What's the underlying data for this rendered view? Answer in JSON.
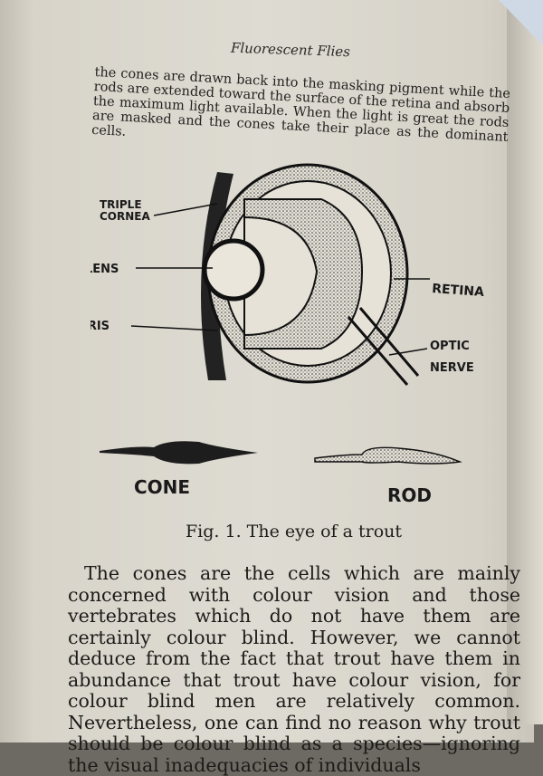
{
  "running_head": "Fluorescent Flies",
  "top_paragraph": "the cones are drawn back into the masking pigment while the rods are extended toward the surface of the retina and absorb the maximum light available. When the light is great the rods are masked and the cones take their place as the dominant cells.",
  "figure": {
    "labels": {
      "triple_cornea_1": "TRIPLE",
      "triple_cornea_2": "CORNEA",
      "lens": "LENS",
      "iris": "IRIS",
      "retina": "RETINA",
      "optic_nerve_1": "OPTIC",
      "optic_nerve_2": "NERVE",
      "cone": "CONE",
      "rod": "ROD"
    },
    "caption": "Fig. 1. The eye of a trout"
  },
  "body_paragraph": "The cones are the cells which are mainly concerned with colour vision and those vertebrates which do not have them are certainly colour blind. However, we cannot deduce from the fact that trout have them in abundance that trout have colour vision, for colour blind men are relatively common. Nevertheless, one can find no reason why trout should be colour blind as a species—ignoring the visual inadequacies of individuals"
}
